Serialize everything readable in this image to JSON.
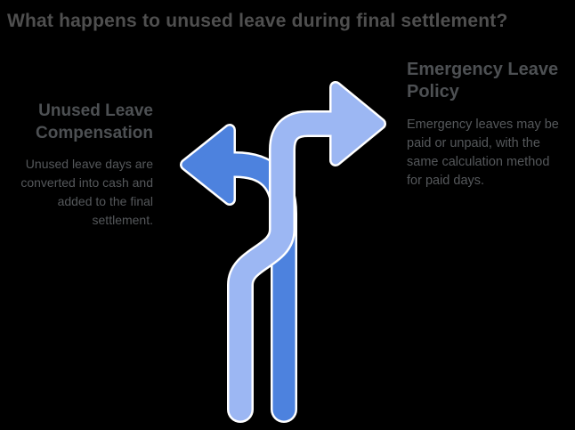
{
  "title": "What happens to unused leave during final settlement?",
  "sections": {
    "left": {
      "heading": "Unused Leave\nCompensation",
      "body": "Unused leave days are\nconverted into cash and\nadded to the final\nsettlement."
    },
    "right": {
      "heading": "Emergency Leave\nPolicy",
      "body": "Emergency leaves may be\npaid or unpaid, with the\nsame calculation method\nfor paid days."
    }
  },
  "diagram": {
    "type": "branching-arrows",
    "left_arrow_direction": "left",
    "right_arrow_direction": "right"
  },
  "colors": {
    "background": "#000000",
    "title_text": "#4f4f4f",
    "heading_text": "#4d5053",
    "body_text": "#55585b",
    "arrow_left_blue": "#4d82de",
    "arrow_right_blue": "#9cb7f3",
    "arrow_outline": "#ffffff"
  }
}
